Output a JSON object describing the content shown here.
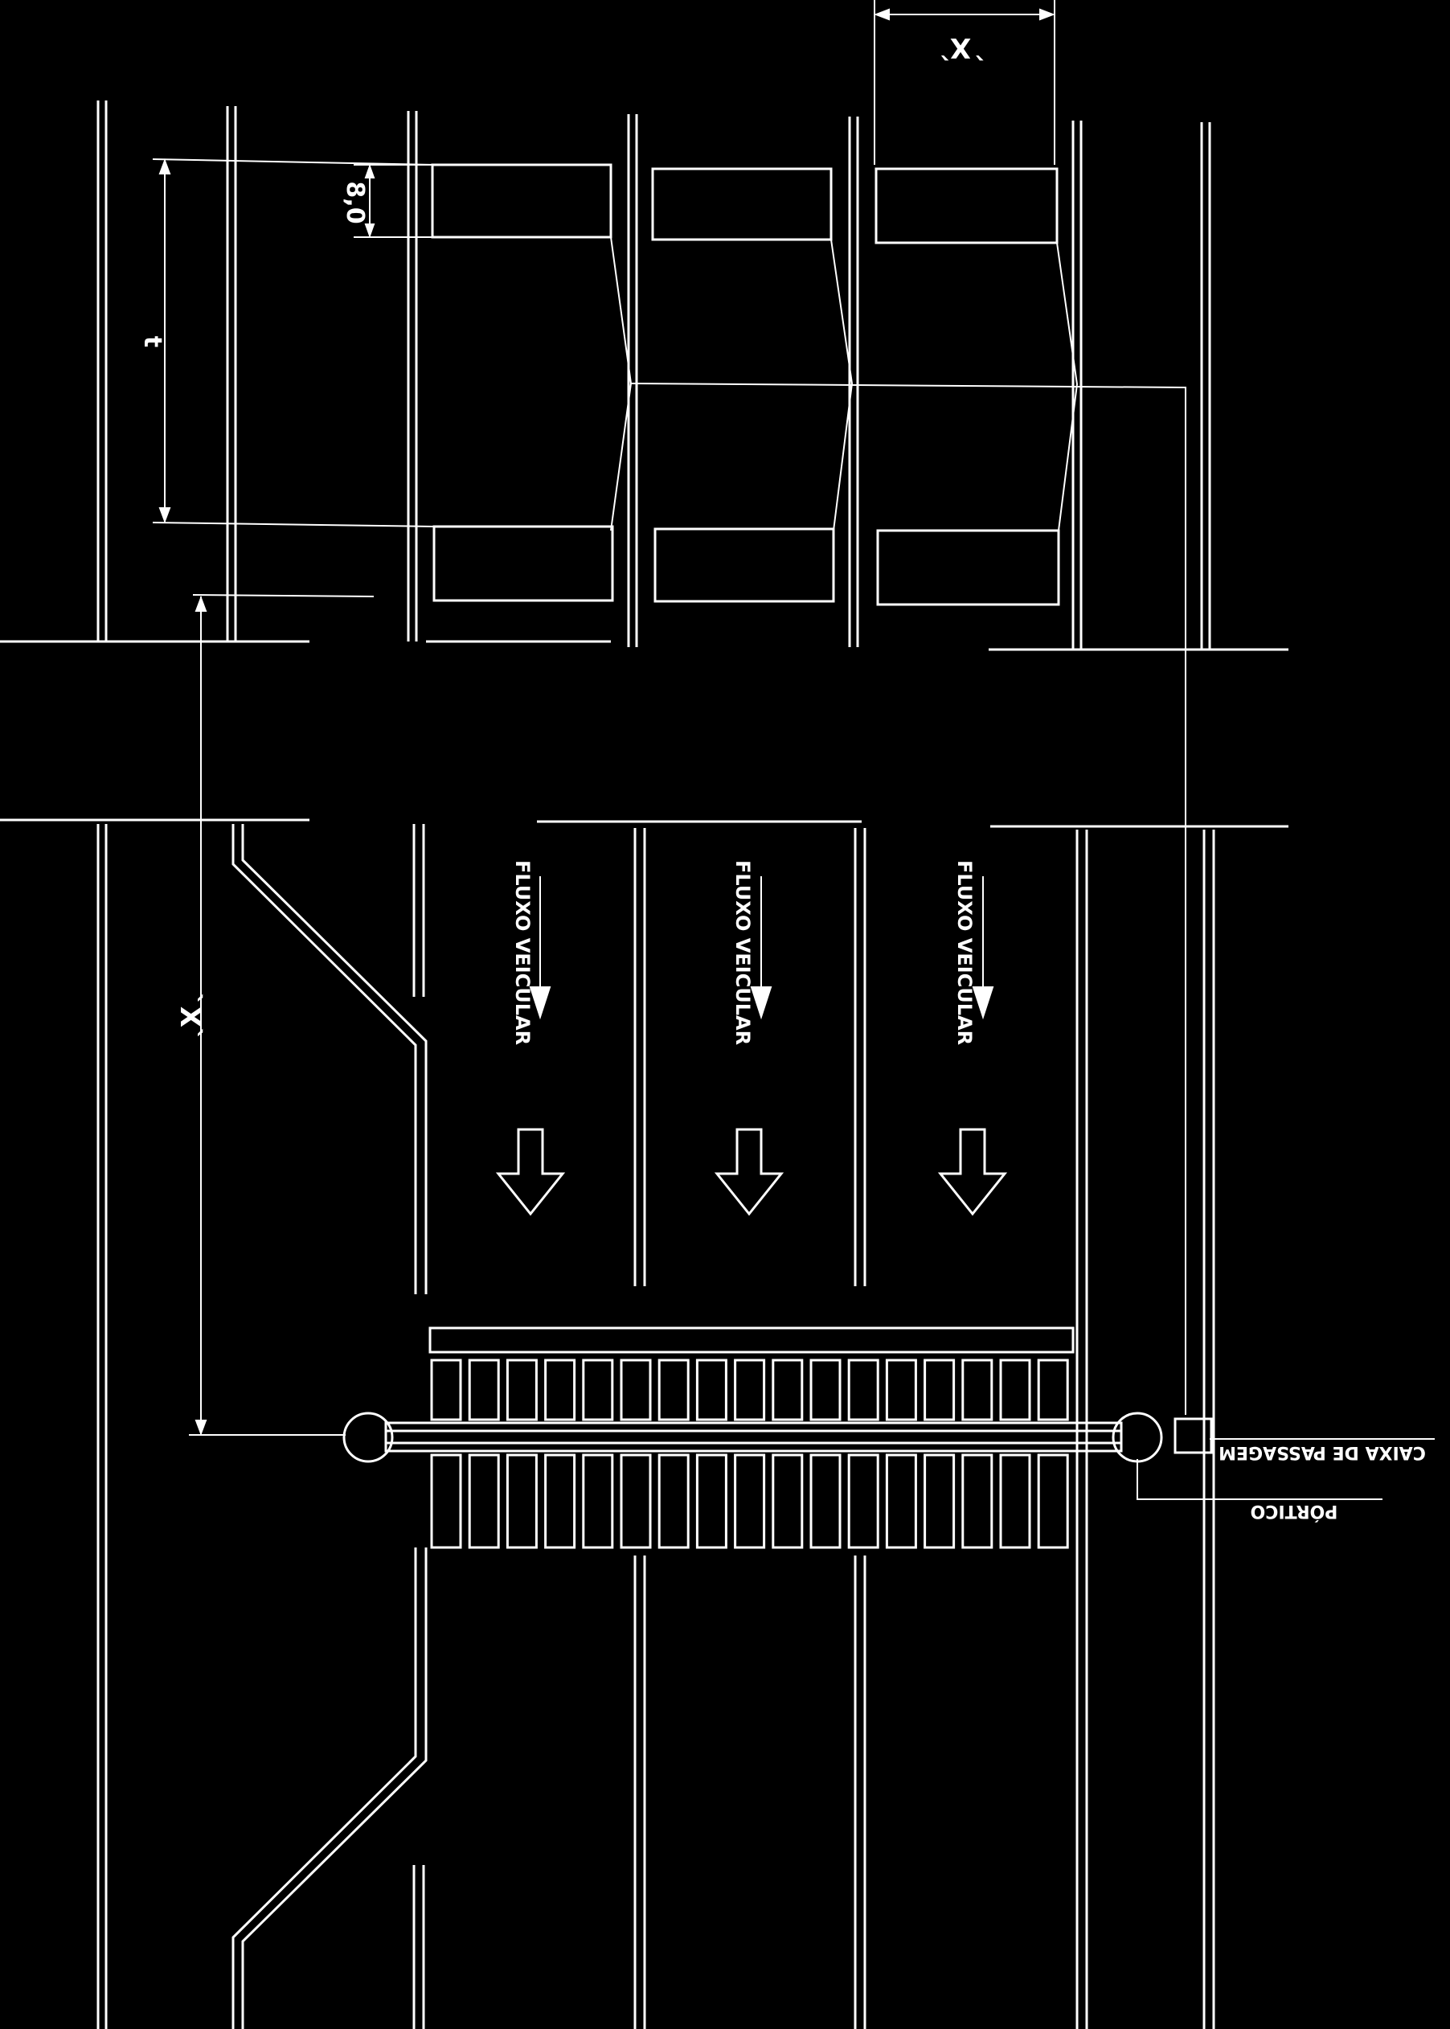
{
  "colors": {
    "background": "#000000",
    "ink": "#ffffff"
  },
  "labels": {
    "dim_x_top": "`X`",
    "dim_x_left": "`X`",
    "dim_8_0": "8,0",
    "dim_t": "t",
    "flow_1": "FLUXO VEICULAR",
    "flow_2": "FLUXO VEICULAR",
    "flow_3": "FLUXO VEICULAR",
    "caixa": "CAIXA DE PASSAGEM",
    "portico": "PÓRTICO"
  }
}
